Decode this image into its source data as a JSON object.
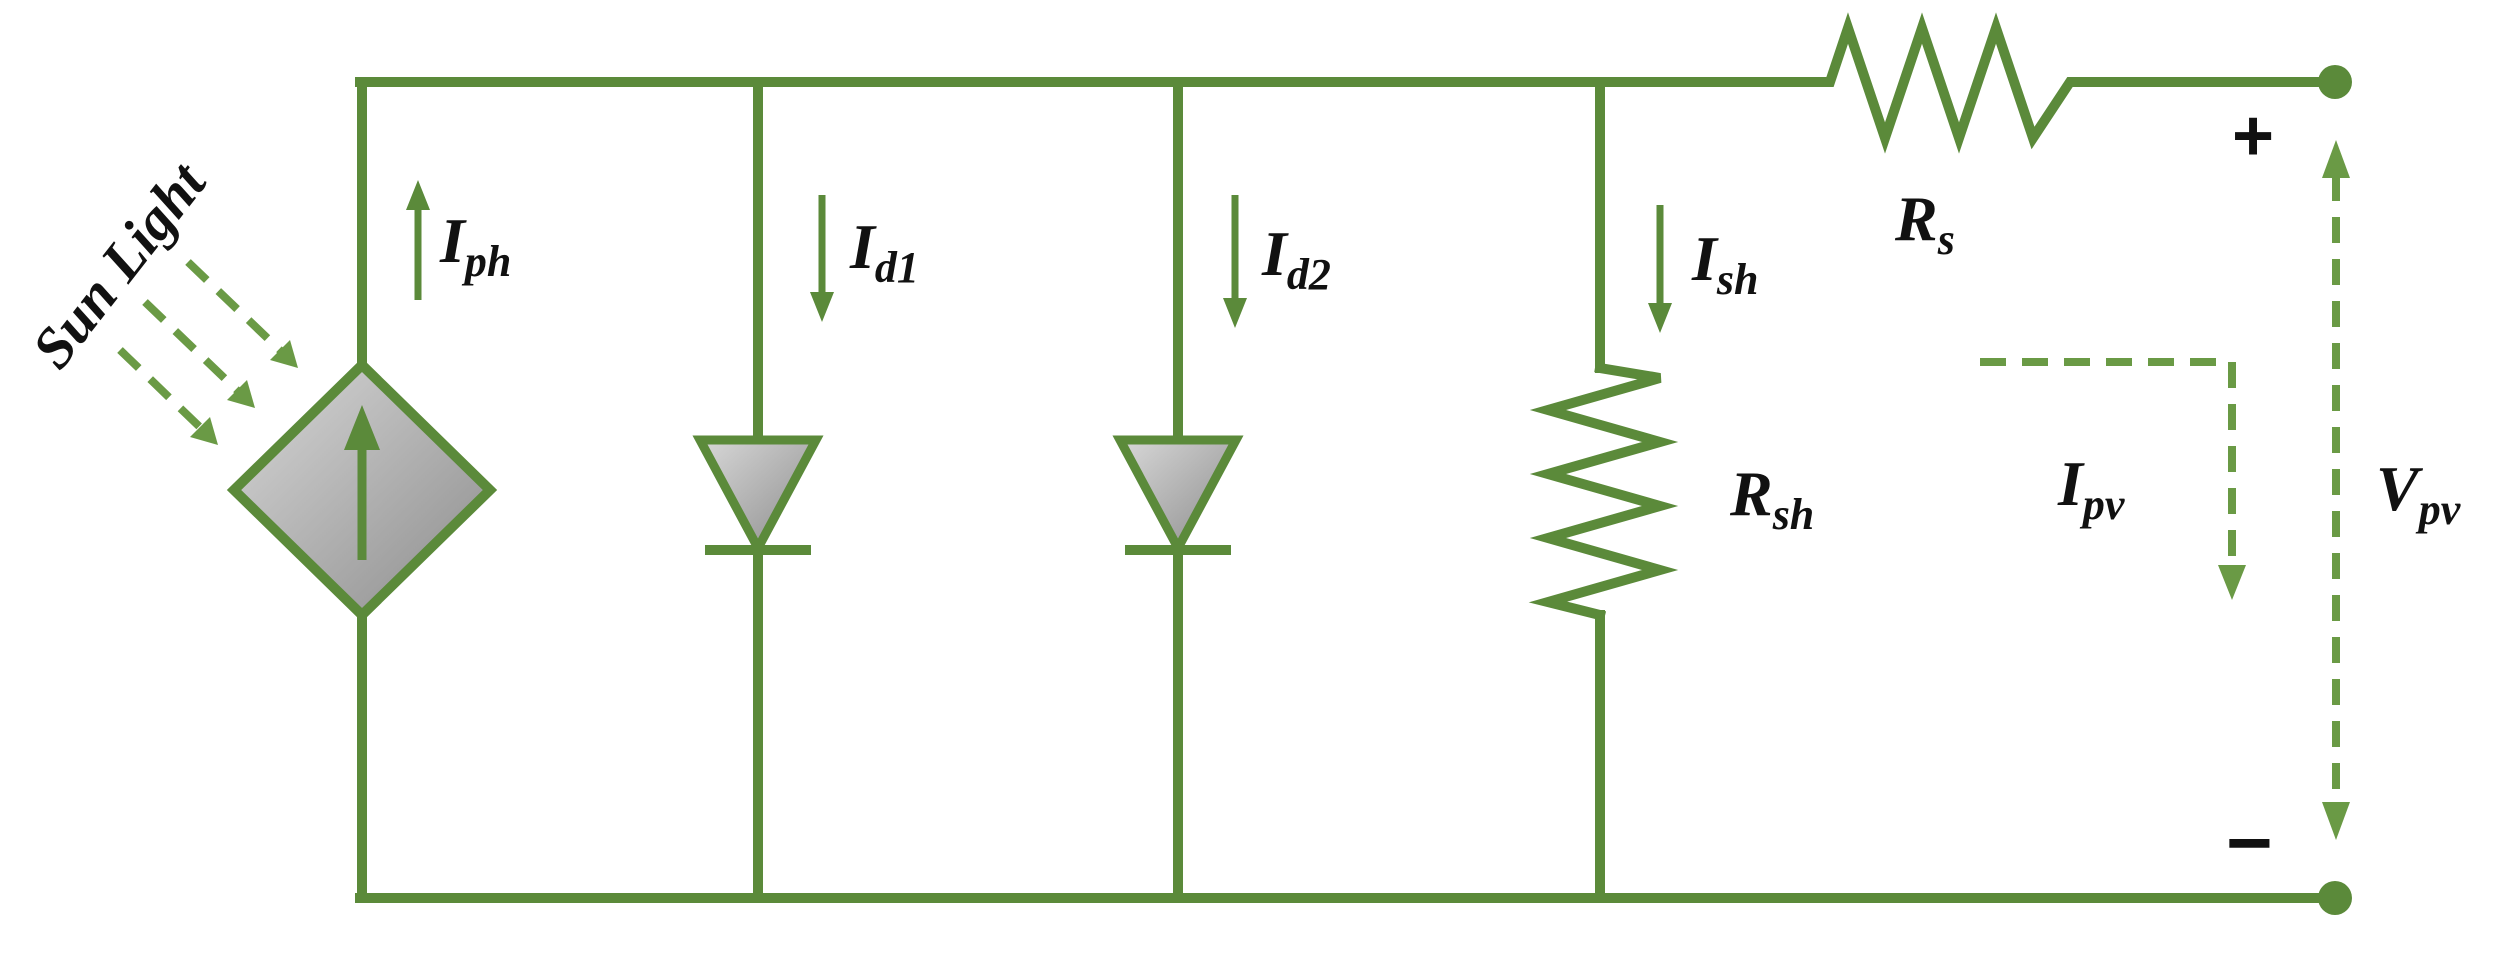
{
  "diagram": {
    "sunlight_label": "Sun Light",
    "current_source_label": {
      "main": "I",
      "sub": "ph"
    },
    "diode1_current_label": {
      "main": "I",
      "sub": "d1"
    },
    "diode2_current_label": {
      "main": "I",
      "sub": "d2"
    },
    "shunt_current_label": {
      "main": "I",
      "sub": "sh"
    },
    "shunt_resistor_label": {
      "main": "R",
      "sub": "sh"
    },
    "series_resistor_label": {
      "main": "R",
      "sub": "s"
    },
    "output_current_label": {
      "main": "I",
      "sub": "pv"
    },
    "output_voltage_label": {
      "main": "V",
      "sub": "pv"
    },
    "plus_sign": "+",
    "minus_sign": "−",
    "colors": {
      "wire": "#5b8a3a",
      "fill": "#a9a9a9",
      "text": "#111111"
    }
  }
}
